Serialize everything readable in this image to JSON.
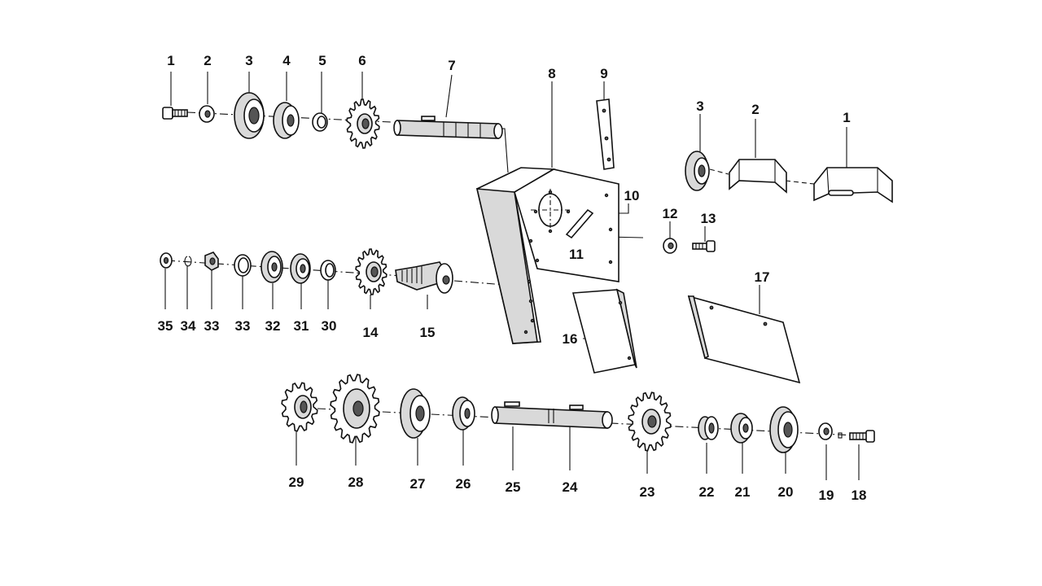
{
  "diagram": {
    "labels": {
      "l1a": "1",
      "l2a": "2",
      "l3a": "3",
      "l4": "4",
      "l5": "5",
      "l6": "6",
      "l7": "7",
      "l8": "8",
      "l9": "9",
      "l3b": "3",
      "l2b": "2",
      "l1b": "1",
      "l10": "10",
      "l12": "12",
      "l13": "13",
      "l11": "11",
      "l17": "17",
      "l35": "35",
      "l34": "34",
      "l33a": "33",
      "l33b": "33",
      "l32": "32",
      "l31": "31",
      "l30": "30",
      "l14": "14",
      "l15": "15",
      "l16": "16",
      "l29": "29",
      "l28": "28",
      "l27": "27",
      "l26": "26",
      "l25": "25",
      "l24": "24",
      "l23": "23",
      "l22": "22",
      "l21": "21",
      "l20": "20",
      "l19": "19",
      "l18": "18"
    }
  }
}
